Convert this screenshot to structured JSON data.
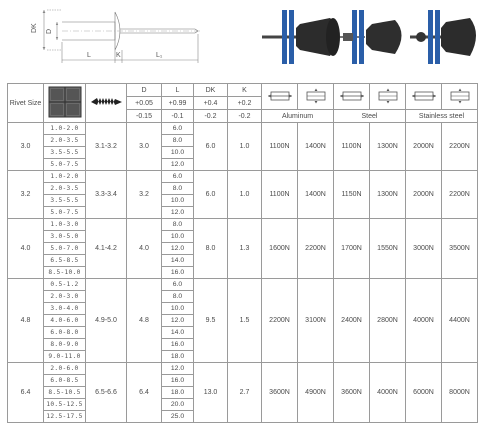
{
  "drawing": {
    "dk_label": "DK",
    "d_label": "D",
    "l_label": "L",
    "k_label": "K",
    "l1_label": "L₁"
  },
  "header": {
    "rivet_size": "Rivet Size",
    "d": "D",
    "l": "L",
    "dk": "DK",
    "k": "K",
    "d_tol_plus": "+0.05",
    "d_tol_minus": "-0.15",
    "l_tol_plus": "+0.99",
    "l_tol_minus": "-0.1",
    "dk_tol_plus": "+0.4",
    "dk_tol_minus": "-0.2",
    "k_tol_plus": "+0.2",
    "k_tol_minus": "-0.2",
    "materials": [
      "Aluminum",
      "Steel",
      "Stainless steel"
    ]
  },
  "groups": [
    {
      "size": "3.0",
      "drill": "3.1-3.2",
      "d": "3.0",
      "dk": "6.0",
      "k": "1.0",
      "grips": [
        "1.0-2.0",
        "2.0-3.5",
        "3.5-5.5",
        "5.0-7.5"
      ],
      "lengths": [
        "6.0",
        "8.0",
        "10.0",
        "12.0"
      ],
      "forces": [
        "1100N",
        "1400N",
        "1100N",
        "1300N",
        "2000N",
        "2200N"
      ]
    },
    {
      "size": "3.2",
      "drill": "3.3-3.4",
      "d": "3.2",
      "dk": "6.0",
      "k": "1.0",
      "grips": [
        "1.0-2.0",
        "2.0-3.5",
        "3.5-5.5",
        "5.0-7.5"
      ],
      "lengths": [
        "6.0",
        "8.0",
        "10.0",
        "12.0"
      ],
      "forces": [
        "1100N",
        "1400N",
        "1150N",
        "1300N",
        "2000N",
        "2200N"
      ]
    },
    {
      "size": "4.0",
      "drill": "4.1-4.2",
      "d": "4.0",
      "dk": "8.0",
      "k": "1.3",
      "grips": [
        "1.0-3.0",
        "3.0-5.0",
        "5.0-7.0",
        "6.5-8.5",
        "8.5-10.0"
      ],
      "lengths": [
        "8.0",
        "10.0",
        "12.0",
        "14.0",
        "16.0"
      ],
      "forces": [
        "1600N",
        "2200N",
        "1700N",
        "1550N",
        "3000N",
        "3500N"
      ]
    },
    {
      "size": "4.8",
      "drill": "4.9-5.0",
      "d": "4.8",
      "dk": "9.5",
      "k": "1.5",
      "grips": [
        "0.5-1.2",
        "2.0-3.0",
        "3.0-4.0",
        "4.0-6.0",
        "6.0-8.0",
        "8.0-9.0",
        "9.0-11.0"
      ],
      "lengths": [
        "6.0",
        "8.0",
        "10.0",
        "12.0",
        "14.0",
        "16.0",
        "18.0"
      ],
      "forces": [
        "2200N",
        "3100N",
        "2400N",
        "2800N",
        "4000N",
        "4400N"
      ]
    },
    {
      "size": "6.4",
      "drill": "6.5-6.6",
      "d": "6.4",
      "dk": "13.0",
      "k": "2.7",
      "grips": [
        "2.0-6.0",
        "6.0-8.5",
        "8.5-10.5",
        "10.5-12.5",
        "12.5-17.5"
      ],
      "lengths": [
        "12.0",
        "16.0",
        "18.0",
        "20.0",
        "25.0"
      ],
      "forces": [
        "3600N",
        "4900N",
        "3600N",
        "4000N",
        "6000N",
        "8000N"
      ]
    }
  ]
}
